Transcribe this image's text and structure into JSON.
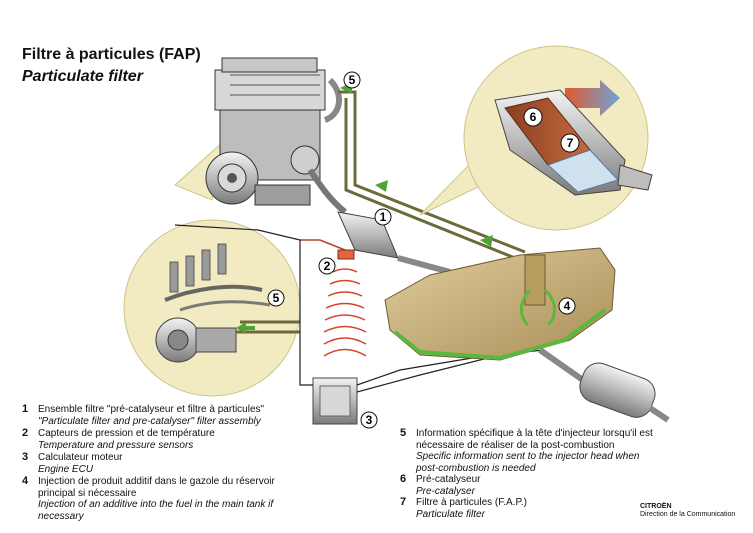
{
  "header": {
    "title": "Filtre à particules (FAP)",
    "subtitle": "Particulate filter"
  },
  "callouts": [
    "5",
    "1",
    "2",
    "3",
    "4",
    "5",
    "6",
    "7"
  ],
  "legend_left": [
    {
      "num": "1",
      "fr": "Ensemble filtre \"pré-catalyseur et filtre à particules\"",
      "en": "\"Particulate filter and pre-catalyser\" filter assembly"
    },
    {
      "num": "2",
      "fr": "Capteurs de pression et de température",
      "en": "Temperature and pressure sensors"
    },
    {
      "num": "3",
      "fr": "Calculateur moteur",
      "en": "Engine ECU"
    },
    {
      "num": "4",
      "fr": "Injection de produit additif dans le gazole du réservoir principal si nécessaire",
      "en": "Injection of an additive into the fuel in the main tank if necessary"
    }
  ],
  "legend_right": [
    {
      "num": "5",
      "fr": "Information spécifique à la tête d'injecteur lorsqu'il est nécessaire de réaliser de la post-combustion",
      "en": "Specific information sent to the injector head when post-combustion is needed"
    },
    {
      "num": "6",
      "fr": "Pré-catalyseur",
      "en": "Pre-catalyser"
    },
    {
      "num": "7",
      "fr": "Filtre à particules (F.A.P.)",
      "en": "Particulate filter"
    }
  ],
  "brand": {
    "name": "CITROËN",
    "dept": "Direction de la Communication"
  },
  "colors": {
    "bubble": "#f2eac1",
    "bubble_edge": "#cfc48a",
    "fuel_line": "#6b6a3a",
    "green_arrow": "#4ea337",
    "tank": "#c9b27d",
    "tank_green": "#5ab83f",
    "sensor_waves": "#d4442c",
    "filter_core": "#a5532e",
    "filter_blue": "#cfe0ee"
  }
}
